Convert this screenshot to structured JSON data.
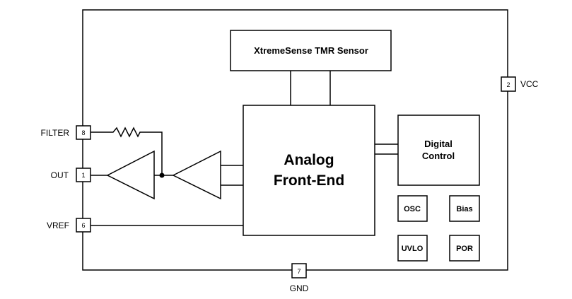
{
  "blocks": {
    "sensor": "XtremeSense TMR Sensor",
    "afe_line1": "Analog",
    "afe_line2": "Front-End",
    "digital_line1": "Digital",
    "digital_line2": "Control",
    "osc": "OSC",
    "bias": "Bias",
    "uvlo": "UVLO",
    "por": "POR"
  },
  "pins": [
    {
      "name": "FILTER",
      "number": "8"
    },
    {
      "name": "OUT",
      "number": "1"
    },
    {
      "name": "VREF",
      "number": "6"
    },
    {
      "name": "VCC",
      "number": "2"
    },
    {
      "name": "GND",
      "number": "7"
    }
  ]
}
